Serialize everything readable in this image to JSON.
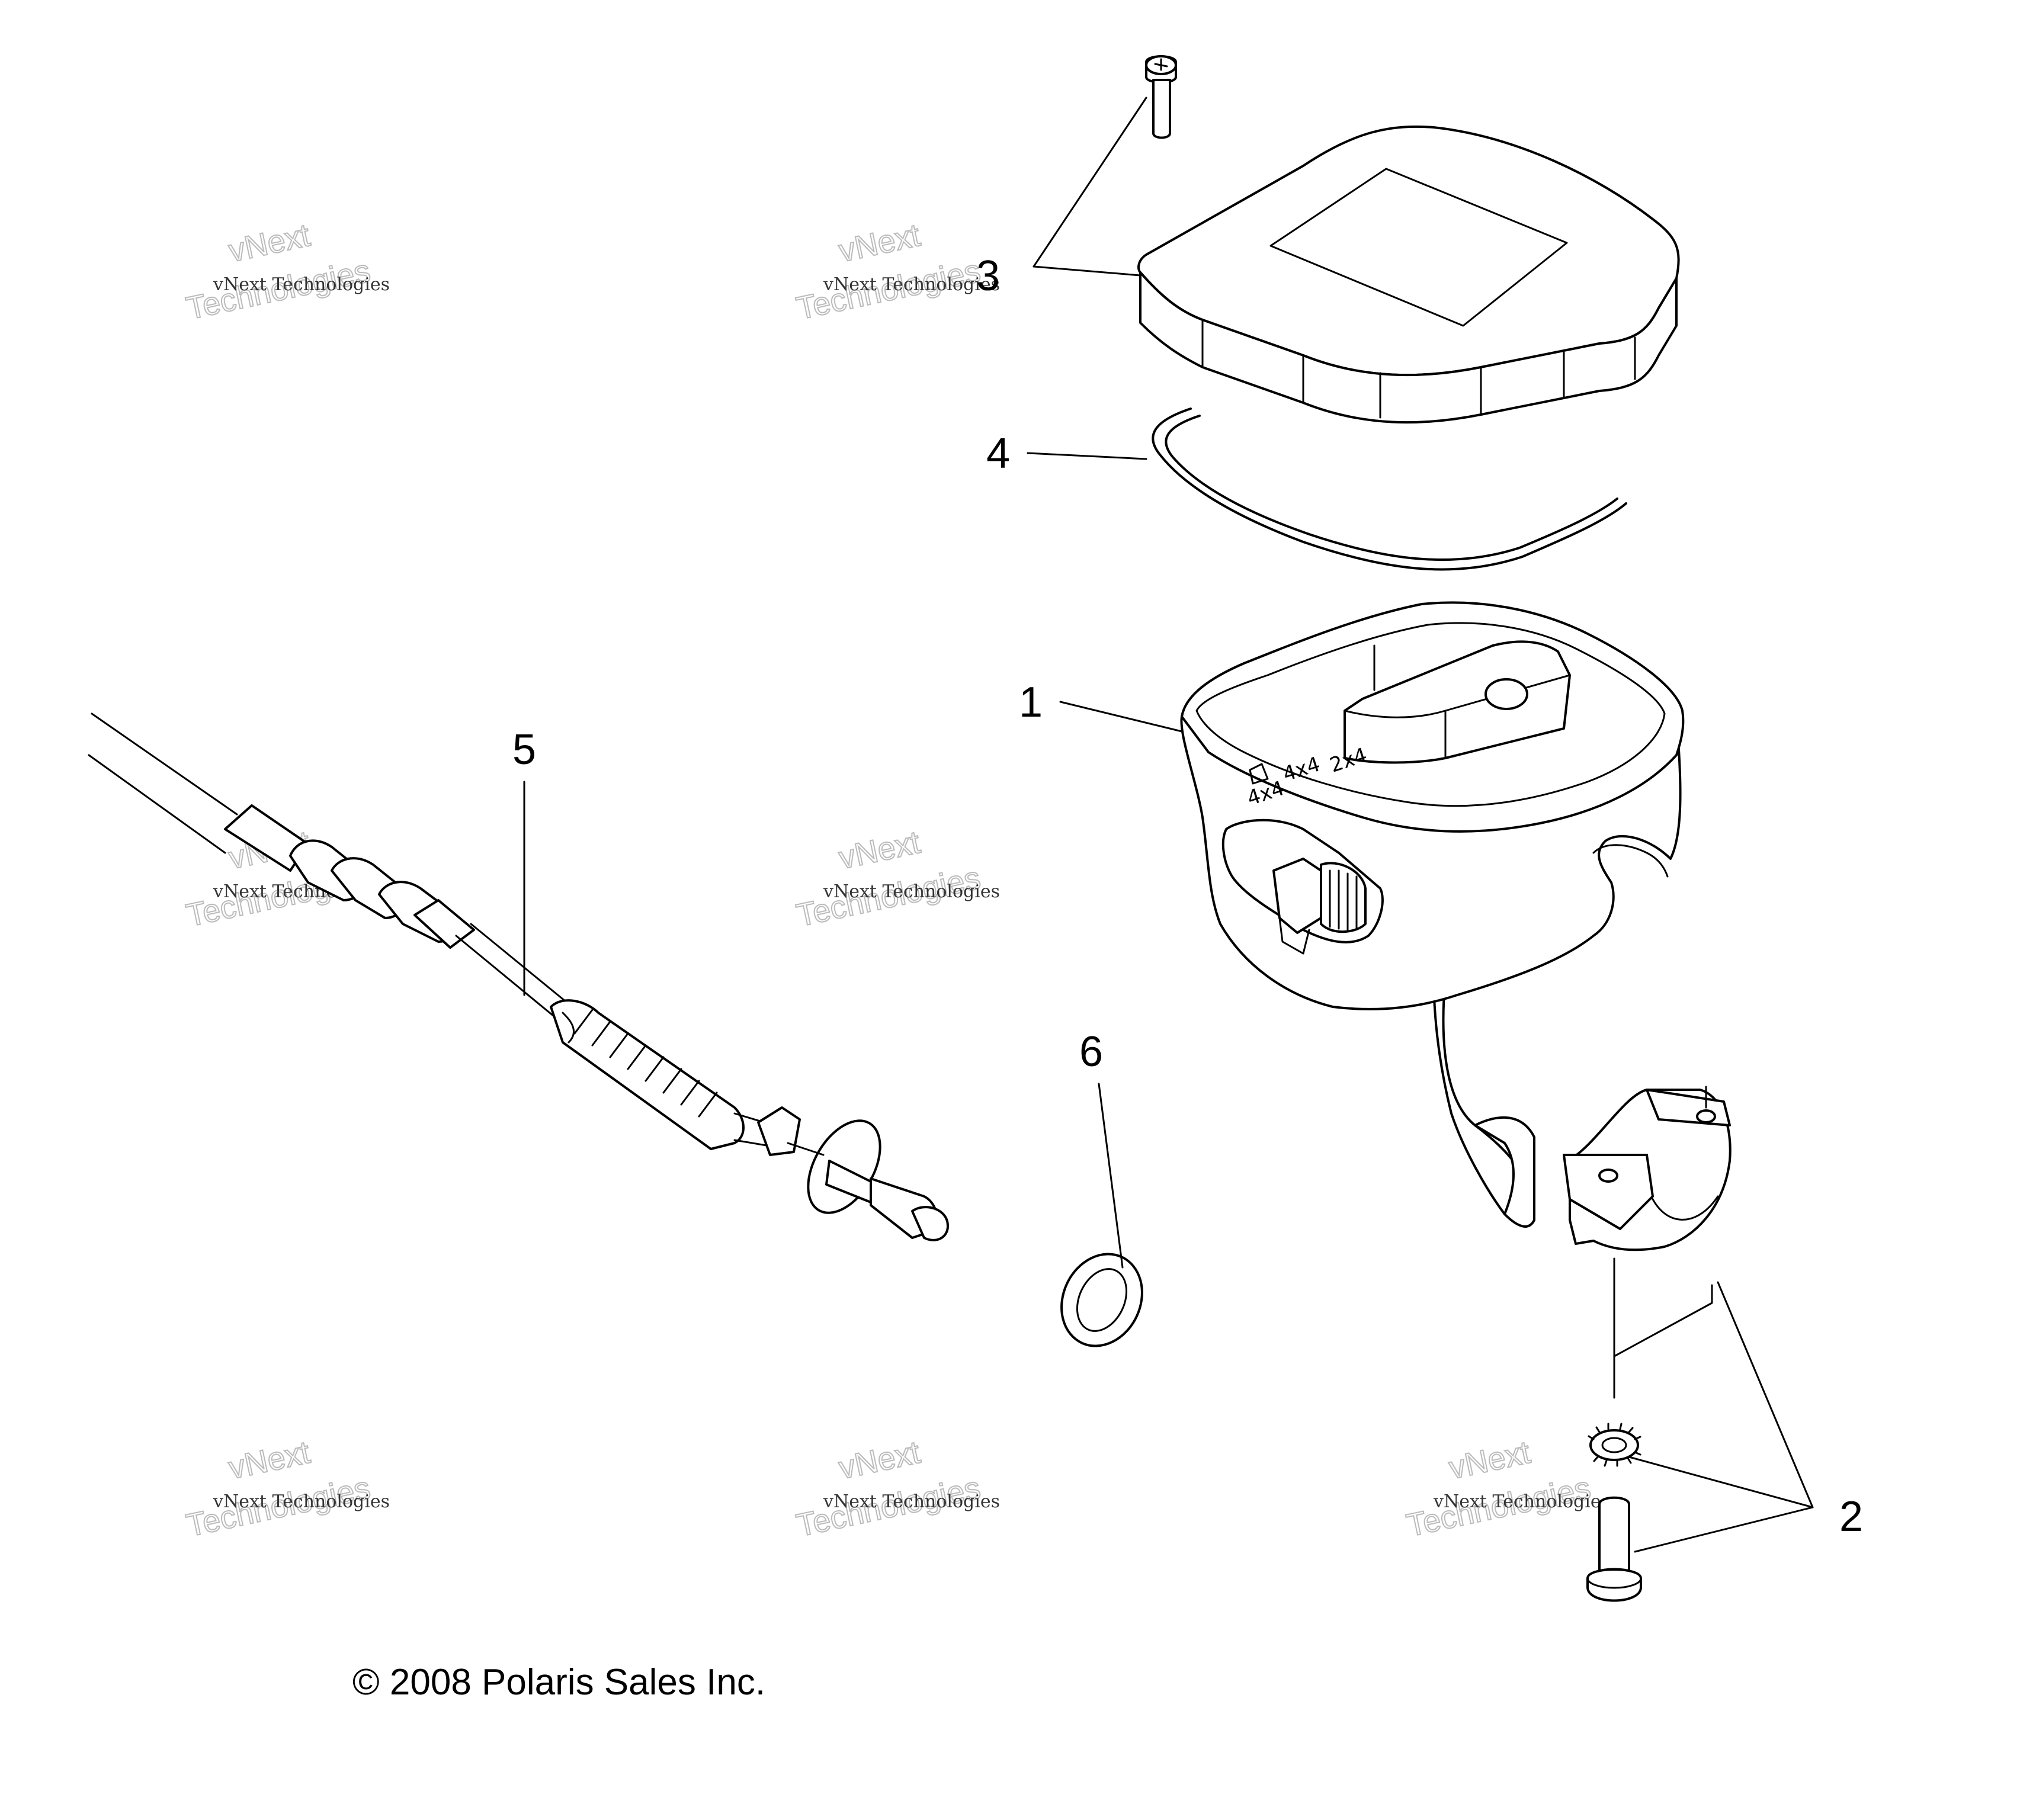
{
  "callouts": [
    {
      "id": "1",
      "label": "1"
    },
    {
      "id": "2",
      "label": "2"
    },
    {
      "id": "3",
      "label": "3"
    },
    {
      "id": "4",
      "label": "4"
    },
    {
      "id": "5",
      "label": "5"
    },
    {
      "id": "6",
      "label": "6"
    }
  ],
  "watermark": {
    "line1": "vNext Technologies",
    "line2": "vNext",
    "line3": "Technologies"
  },
  "switch_labels": {
    "left": "4x4",
    "mid": "4x4",
    "right": "2x4"
  },
  "copyright": "© 2008 Polaris Sales Inc."
}
